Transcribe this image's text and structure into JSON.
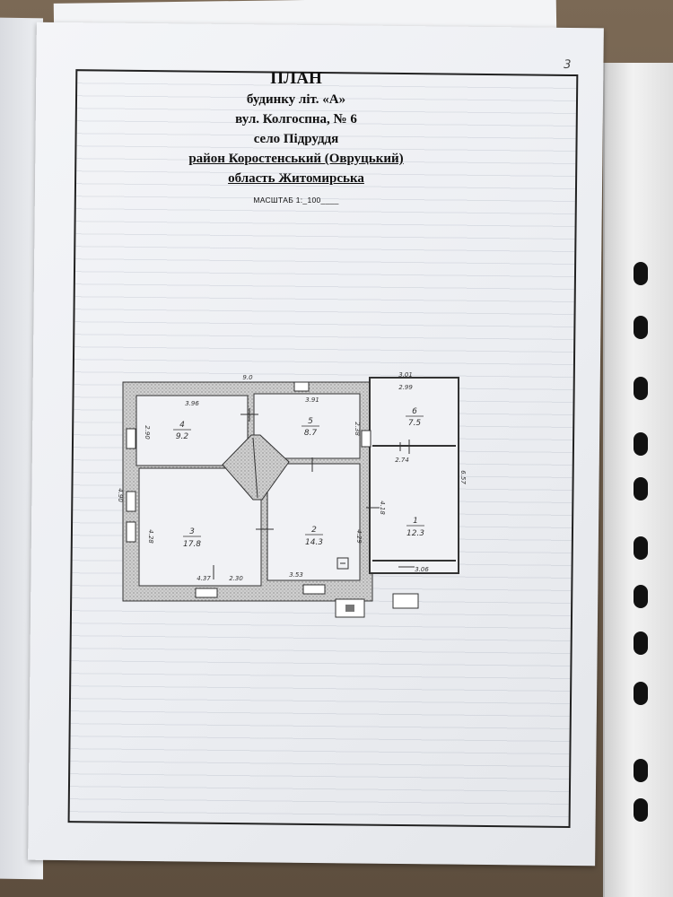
{
  "document": {
    "page_number": "3",
    "title": "ПЛАН",
    "subtitle_lines": [
      "будинку літ. «А»",
      "вул. Колгоспна, № 6",
      "село Підруддя"
    ],
    "district": "район  Коростенський (Овруцький)",
    "region": "область  Житомирська",
    "scale": "МАСШТАБ 1:_100____"
  },
  "floor_plan": {
    "rooms": [
      {
        "number": "4",
        "area": "9.2"
      },
      {
        "number": "5",
        "area": "8.7"
      },
      {
        "number": "6",
        "area": "7.5"
      },
      {
        "number": "3",
        "area": "17.8"
      },
      {
        "number": "2",
        "area": "14.3"
      },
      {
        "number": "1",
        "area": "12.3"
      }
    ],
    "dimensions": {
      "overall_width": "9.0",
      "annex_top_outer": "3.01",
      "annex_top_inner": "2.99",
      "room4_width": "3.96",
      "room5_width": "3.91",
      "room4_height": "2.90",
      "room5_height": "2.38",
      "overall_height": "4.90",
      "annex_height": "6.57",
      "room6_bottom": "2.74",
      "room3_height": "4.28",
      "room2_height": "4.29",
      "room1_height": "4.18",
      "room3_width": "4.37",
      "room3_small": "2.30",
      "room2_width": "3.53",
      "room1_width": "3.06"
    }
  }
}
